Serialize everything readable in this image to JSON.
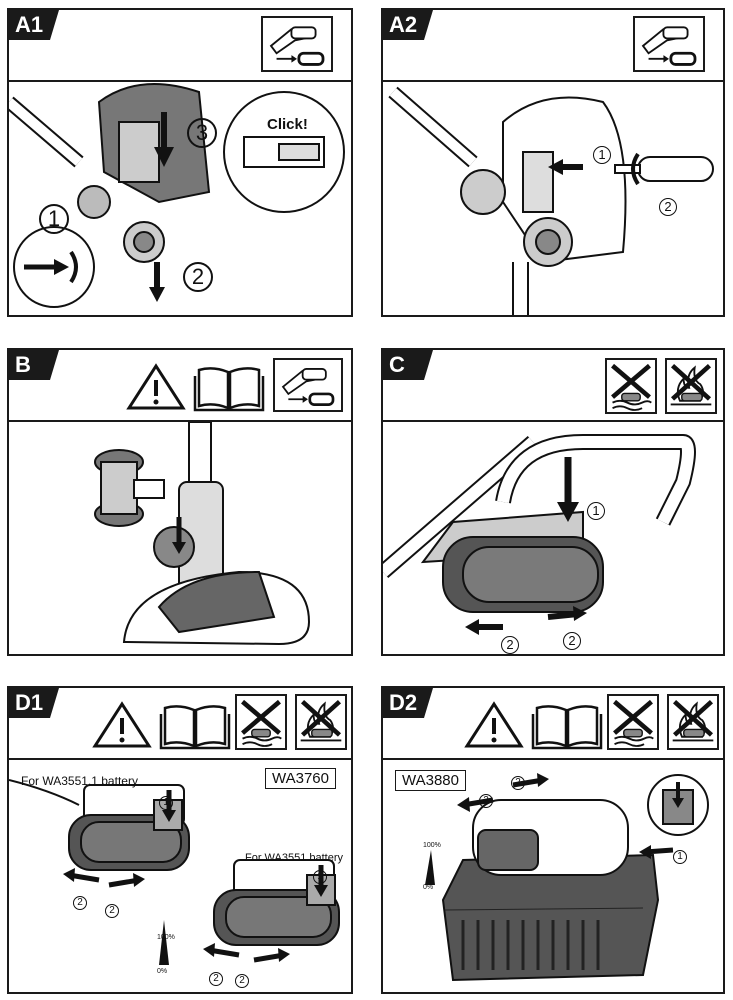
{
  "panels": {
    "a1": {
      "tag": "A1",
      "click_label": "Click!",
      "steps": [
        "1",
        "2",
        "3"
      ]
    },
    "a2": {
      "tag": "A2",
      "steps": [
        "1",
        "2"
      ]
    },
    "b": {
      "tag": "B"
    },
    "c": {
      "tag": "C",
      "steps": [
        "1",
        "2",
        "2"
      ]
    },
    "d1": {
      "tag": "D1",
      "note_left": "For WA3551.1 battery",
      "note_right": "For WA3551 battery",
      "model": "WA3760",
      "steps": [
        "1",
        "2",
        "2",
        "1",
        "2",
        "2"
      ],
      "level_full": "100%",
      "level_empty": "0%"
    },
    "d2": {
      "tag": "D2",
      "model": "WA3880",
      "steps": [
        "2",
        "2",
        "1"
      ],
      "level_full": "100%",
      "level_empty": "0%"
    }
  },
  "icons": [
    "battery-removal-icon",
    "warning-triangle-icon",
    "manual-book-icon",
    "no-water-icon",
    "no-fire-icon"
  ]
}
